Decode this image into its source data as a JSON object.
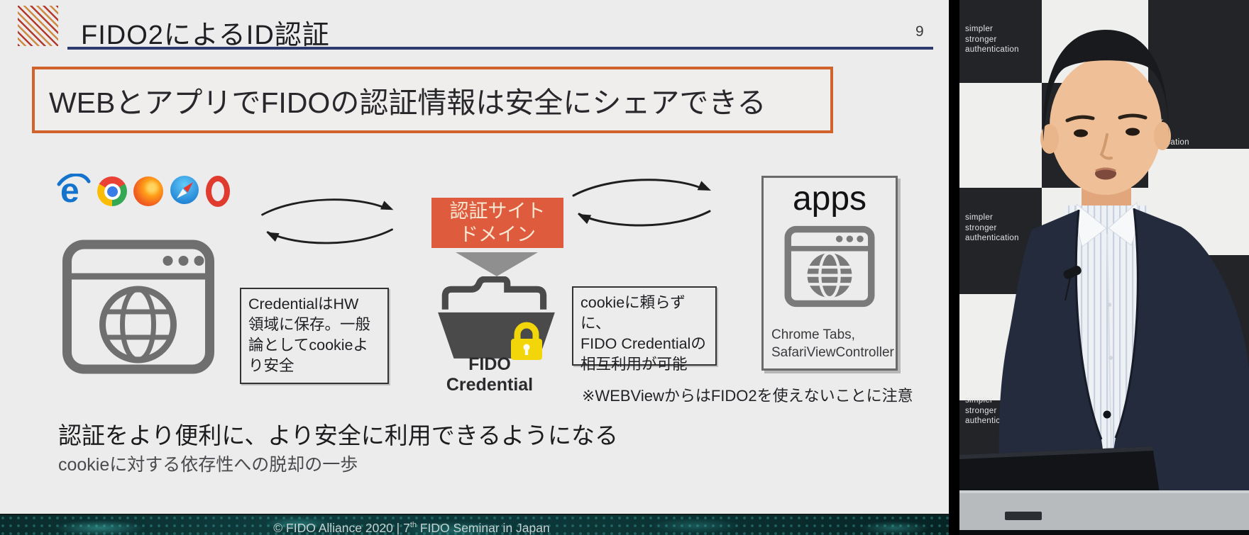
{
  "slide": {
    "page_number": "9",
    "title": "FIDO2によるID認証",
    "headline": "WEBとアプリでFIDOの認証情報は安全にシェアできる",
    "browsers": {
      "icons": [
        "internet-explorer",
        "chrome",
        "firefox",
        "safari",
        "opera"
      ]
    },
    "diagram": {
      "auth_domain": {
        "lines": [
          "認証サイト",
          "ドメイン"
        ]
      },
      "credential_note": {
        "lines": [
          "CredentialはHW",
          "領域に保存。一般",
          "論としてcookieよ",
          "り安全"
        ]
      },
      "cookie_note": {
        "lines": [
          "cookieに頼らずに、",
          "FIDO Credentialの",
          "相互利用が可能"
        ]
      },
      "fido_credential_label": "FIDO Credential",
      "apps": {
        "title": "apps",
        "subtitle_lines": [
          "Chrome Tabs,",
          "SafariViewController"
        ]
      },
      "webview_warning": "※WEBViewからはFIDO2を使えないことに注意"
    },
    "summary": "認証をより便利に、より安全に利用できるようになる",
    "summary_sub": "cookieに対する依存性への脱却の一歩",
    "footer": {
      "prefix": "© FIDO Alliance 2020 | 7",
      "sup": "th",
      "suffix": " FIDO Seminar in Japan"
    }
  },
  "video": {
    "backdrop_label_lines": [
      "simpler",
      "stronger",
      "authentication"
    ]
  },
  "colors": {
    "accent_orange": "#d2622b",
    "auth_box_fill": "#de5b3e",
    "navy_rule": "#2c3a6e",
    "lock_yellow": "#f2d60a",
    "icon_gray": "#6f6f6f",
    "footer_teal": "#0c3536"
  }
}
